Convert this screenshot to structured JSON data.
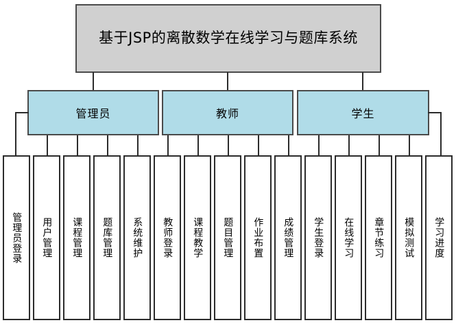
{
  "diagram": {
    "type": "org-chart",
    "title": "基于JSP的离散数学在线学习与题库系统",
    "colors": {
      "root_fill": "#d0d0d0",
      "role_fill": "#b0dce8",
      "leaf_fill": "#ffffff",
      "border": "#3d3d3d",
      "background": "#ffffff"
    },
    "levels": [
      {
        "level": 1,
        "nodes": [
          {
            "label": "基于JSP的离散数学在线学习与题库系统"
          }
        ]
      },
      {
        "level": 2,
        "nodes": [
          {
            "label": "管理员"
          },
          {
            "label": "教师"
          },
          {
            "label": "学生"
          }
        ]
      },
      {
        "level": 3,
        "groups": [
          {
            "parent": "管理员",
            "nodes": [
              {
                "label": "管理员登录"
              },
              {
                "label": "用户管理"
              },
              {
                "label": "课程管理"
              },
              {
                "label": "题库管理"
              },
              {
                "label": "系统维护"
              }
            ]
          },
          {
            "parent": "教师",
            "nodes": [
              {
                "label": "教师登录"
              },
              {
                "label": "课程教学"
              },
              {
                "label": "题目管理"
              },
              {
                "label": "作业布置"
              },
              {
                "label": "成绩管理"
              }
            ]
          },
          {
            "parent": "学生",
            "nodes": [
              {
                "label": "学生登录"
              },
              {
                "label": "在线学习"
              },
              {
                "label": "章节练习"
              },
              {
                "label": "模拟测试"
              },
              {
                "label": "学习进度"
              }
            ]
          }
        ]
      }
    ]
  },
  "root": {
    "title": "基于JSP的离散数学在线学习与题库系统"
  },
  "roles": [
    {
      "label": "管理员"
    },
    {
      "label": "教师"
    },
    {
      "label": "学生"
    }
  ],
  "leaves": [
    {
      "label": "管理员登录"
    },
    {
      "label": "用户管理"
    },
    {
      "label": "课程管理"
    },
    {
      "label": "题库管理"
    },
    {
      "label": "系统维护"
    },
    {
      "label": "教师登录"
    },
    {
      "label": "课程教学"
    },
    {
      "label": "题目管理"
    },
    {
      "label": "作业布置"
    },
    {
      "label": "成绩管理"
    },
    {
      "label": "学生登录"
    },
    {
      "label": "在线学习"
    },
    {
      "label": "章节练习"
    },
    {
      "label": "模拟测试"
    },
    {
      "label": "学习进度"
    }
  ]
}
